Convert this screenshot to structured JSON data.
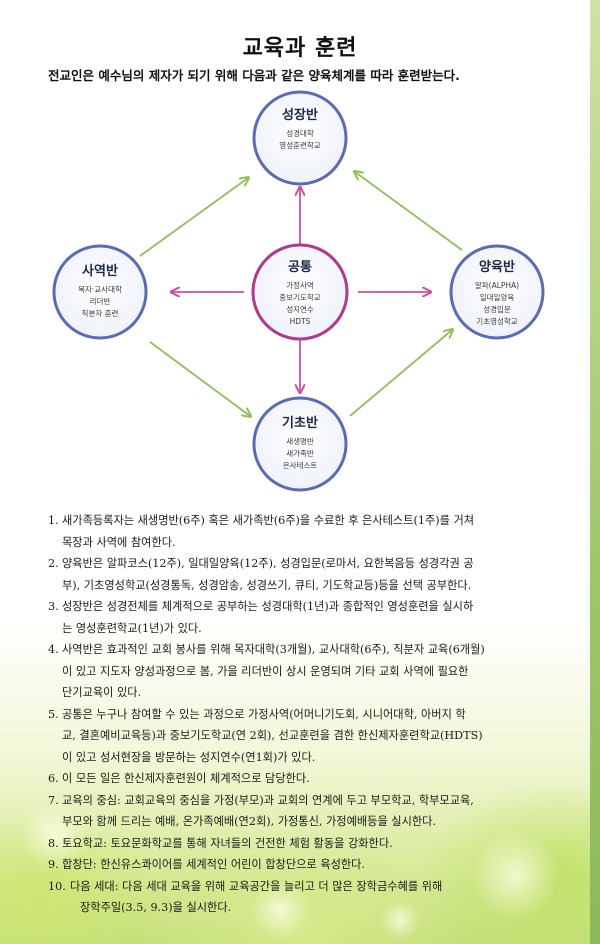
{
  "page": {
    "title": "교육과 훈련",
    "subtitle": "전교인은 예수님의 제자가 되기 위해 다음과 같은 양육체계를 따라 훈련받는다."
  },
  "diagram": {
    "nodes": {
      "top": {
        "title": "성장반",
        "lines": [
          "성경대학",
          "영성훈련학교"
        ]
      },
      "left": {
        "title": "사역반",
        "lines": [
          "목자·교사대학",
          "리더반",
          "직분자 훈련"
        ]
      },
      "center": {
        "title": "공통",
        "lines": [
          "가정사역",
          "중보기도학교",
          "성지연수",
          "HDTS"
        ]
      },
      "right": {
        "title": "양육반",
        "lines": [
          "알파(ALPHA)",
          "일대일양육",
          "성경입문",
          "기초영성학교"
        ]
      },
      "bottom": {
        "title": "기초반",
        "lines": [
          "새생명반",
          "새가족반",
          "은사테스트"
        ]
      }
    },
    "colors": {
      "outer_ring": "#5b6bb3",
      "center_ring": "#b0388f",
      "green_arrow": "#8ec05a",
      "pink_arrow": "#cf4f9f"
    }
  },
  "list": [
    {
      "num": "1.",
      "lines": [
        "새가족등록자는 새생명반(6주) 혹은 새가족반(6주)을 수료한 후 은사테스트(1주)를 거쳐",
        "목장과 사역에 참여한다."
      ]
    },
    {
      "num": "2.",
      "lines": [
        "양육반은 알파코스(12주), 일대일양육(12주), 성경입문(로마서, 요한복음등 성경각권 공",
        "부), 기초영성학교(성경통독, 성경암송, 성경쓰기, 큐티, 기도학교등)등을 선택 공부한다."
      ]
    },
    {
      "num": "3.",
      "lines": [
        "성장반은 성경전체를 체계적으로 공부하는 성경대학(1년)과 종합적인 영성훈련을 실시하",
        "는 영성훈련학교(1년)가 있다."
      ]
    },
    {
      "num": "4.",
      "lines": [
        "사역반은 효과적인 교회 봉사를 위해 목자대학(3개월), 교사대학(6주), 직분자 교육(6개월)",
        "이 있고 지도자 양성과정으로 봄, 가을 리더반이 상시 운영되며 기타 교회 사역에 필요한",
        "단기교육이 있다."
      ]
    },
    {
      "num": "5.",
      "lines": [
        "공통은 누구나 참여할 수 있는 과정으로  가정사역(어머니기도회, 시니어대학, 아버지 학",
        "교, 결혼예비교육등)과 중보기도학교(연 2회), 선교훈련을 겸한 한신제자훈련학교(HDTS)",
        "이 있고 성서현장을 방문하는 성지연수(연1회)가 있다."
      ]
    },
    {
      "num": "6.",
      "lines": [
        "이 모든 일은 한신제자훈련원이 체계적으로 담당한다."
      ]
    },
    {
      "num": "7.",
      "lines": [
        "교육의 중심: 교회교육의 중심을 가정(부모)과 교회의 연계에 두고 부모학교, 학부모교육,",
        "부모와 함께 드리는 예배, 온가족예배(연2회), 가정통신, 가정예배등을 실시한다."
      ]
    },
    {
      "num": "8.",
      "lines": [
        "토요학교: 토요문화학교를 통해 자녀들의 건전한 체험 활동을 강화한다."
      ]
    },
    {
      "num": "9.",
      "lines": [
        "합창단: 한신유스콰이어를 세계적인 어린이 합창단으로 육성한다."
      ]
    },
    {
      "num": "10.",
      "lines": [
        "다음 세대: 다음 세대 교육을 위해 교육공간을 늘리고 더 많은 장학금수혜를 위해",
        "장학주일(3.5, 9.3)을 실시한다."
      ]
    }
  ]
}
